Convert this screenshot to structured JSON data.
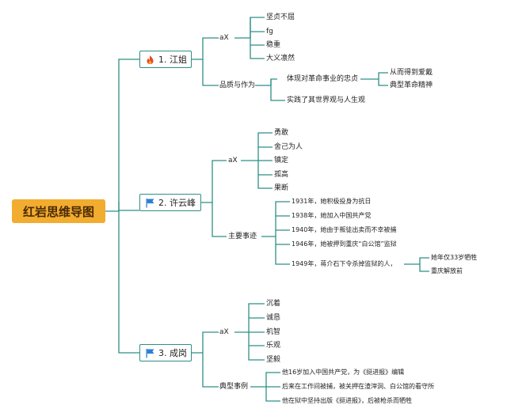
{
  "root": "红岩思维导图",
  "branches": [
    {
      "title": "1. 江姐",
      "icon": "fire-icon",
      "groups": [
        {
          "label": "aX",
          "items": [
            "坚贞不屈",
            "fg",
            "稳重",
            "大义凛然"
          ]
        },
        {
          "label": "品质与作为",
          "items": [
            {
              "text": "体现对革命事业的忠贞",
              "children": [
                "从而得到爱戴",
                "典型革命精神"
              ]
            },
            {
              "text": "实践了其世界观与人生观"
            }
          ]
        }
      ]
    },
    {
      "title": "2. 许云峰",
      "icon": "flag-icon",
      "groups": [
        {
          "label": "aX",
          "items": [
            "勇敢",
            "舍己为人",
            "镇定",
            "孤高",
            "果断"
          ]
        },
        {
          "label": "主要事迹",
          "items": [
            {
              "text": "1931年，她积极投身为抗日"
            },
            {
              "text": "1938年，她加入中国共产党"
            },
            {
              "text": "1940年，她由于叛徒出卖而不幸被捕"
            },
            {
              "text": "1946年，她被押到重庆“白公馆”监狱"
            },
            {
              "text": "1949年，蒋介石下令杀掉监狱的人，",
              "children": [
                "她年仅33岁牺牲",
                "重庆解放前"
              ]
            }
          ]
        }
      ]
    },
    {
      "title": "3. 成岗",
      "icon": "flag-icon",
      "groups": [
        {
          "label": "aX",
          "items": [
            "沉着",
            "诚恳",
            "机智",
            "乐观",
            "坚毅"
          ]
        },
        {
          "label": "典型事例",
          "items": [
            "他16岁加入中国共产党，为《挺进报》编辑",
            "后来在工作间被捕，被关押在渣滓洞、白公馆的看守所",
            "他在狱中坚持出版《挺进报》，后被枪杀而牺牲"
          ]
        }
      ]
    }
  ],
  "colors": {
    "line": "#2f8f86",
    "root_fill": "#f2ac2f",
    "fire": "#e8491f",
    "flag": "#2d7fd6"
  }
}
